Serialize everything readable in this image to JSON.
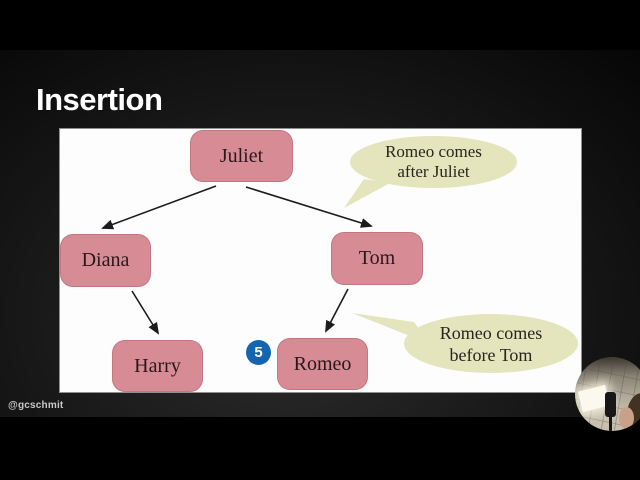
{
  "slide": {
    "title": "Insertion",
    "watermark": "@gcschmit"
  },
  "diagram": {
    "type": "binary-search-tree",
    "nodes": [
      {
        "id": "juliet",
        "label": "Juliet"
      },
      {
        "id": "diana",
        "label": "Diana"
      },
      {
        "id": "tom",
        "label": "Tom"
      },
      {
        "id": "harry",
        "label": "Harry"
      },
      {
        "id": "romeo",
        "label": "Romeo"
      }
    ],
    "edges": [
      {
        "from": "Juliet",
        "to": "Diana"
      },
      {
        "from": "Juliet",
        "to": "Tom"
      },
      {
        "from": "Diana",
        "to": "Harry"
      },
      {
        "from": "Tom",
        "to": "Romeo"
      }
    ],
    "badge": {
      "value": "5"
    },
    "callouts": [
      {
        "lines": [
          "Romeo comes",
          "after Juliet"
        ]
      },
      {
        "lines": [
          "Romeo comes",
          "before Tom"
        ]
      }
    ]
  },
  "colors": {
    "node_fill": "#d68b95",
    "node_text": "#2a181c",
    "callout_fill": "#e4e4bd",
    "badge_fill": "#1565ae",
    "badge_text": "#ffffff",
    "panel_bg": "#fdfdfd",
    "title_text": "#ffffff"
  },
  "webcam": {
    "description": "presenter webcam: ceiling tiles, light panel, microphone, presenter at right"
  }
}
